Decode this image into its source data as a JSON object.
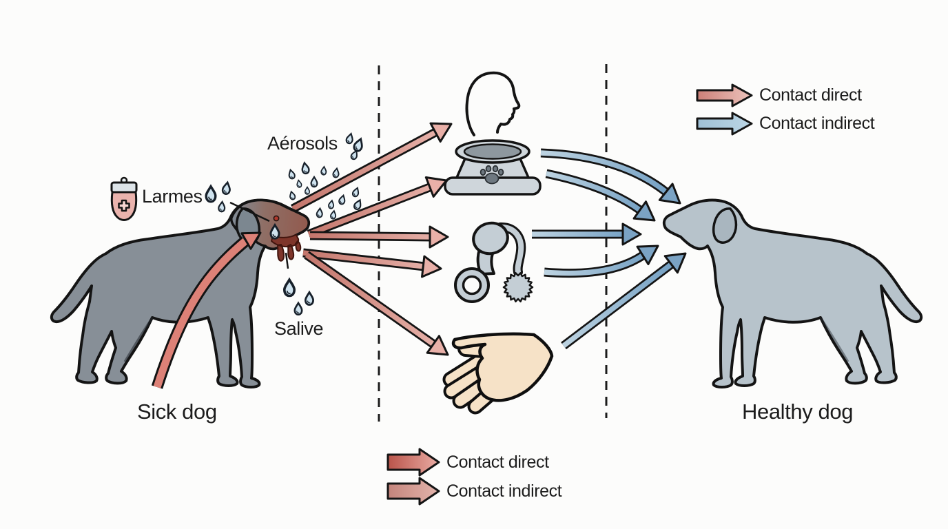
{
  "figure": {
    "title_semantics": "dog disease transmission diagram",
    "left_actor": {
      "label": "Sick dog"
    },
    "right_actor": {
      "label": "Healthy dog"
    },
    "secretions": {
      "aerosols": "Aérosols",
      "tears": "Larmes",
      "saliva": "Salive"
    },
    "legend_top_right": {
      "direct": "Contact direct",
      "indirect": "Contact indirect"
    },
    "legend_bottom": {
      "direct": "Contact direct",
      "indirect": "Contact indirect"
    },
    "vectors": [
      "person head",
      "food bowl",
      "dog toy",
      "hand"
    ],
    "icons": {
      "tear_bottle": "tear-bottle-icon",
      "droplet": "droplet-icon",
      "paw_print": "paw-print-icon",
      "person": "person-head-icon",
      "bowl": "food-bowl-icon",
      "toy": "dog-toy-icon",
      "hand": "hand-icon"
    },
    "colors": {
      "direct_contact_arrow": "#c4766c",
      "indirect_contact_arrow": "#7ba3c4",
      "sick_dog_body": "#878f97",
      "sick_dog_head": "#925a4e",
      "healthy_dog_body": "#b7c3cb",
      "droplet": "#cfe3ef",
      "drool": "#7e352a",
      "outline": "#141414",
      "background": "#fcfcfb"
    }
  }
}
